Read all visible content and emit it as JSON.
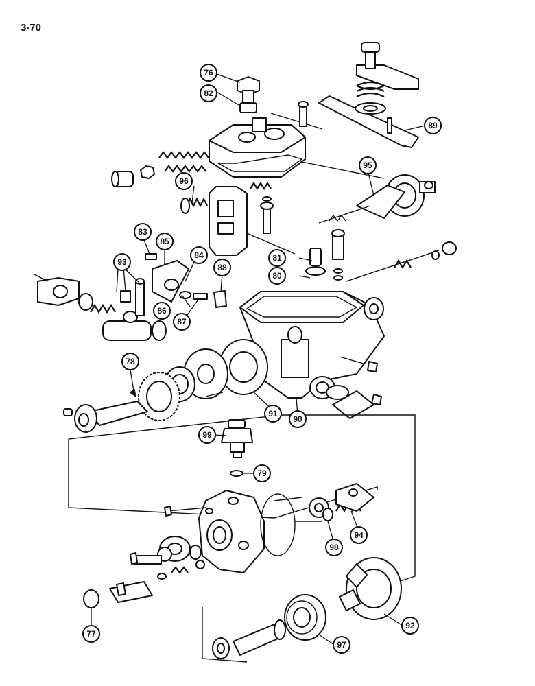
{
  "page": {
    "number": "3-70"
  },
  "callouts": [
    "76",
    "82",
    "89",
    "96",
    "95",
    "83",
    "85",
    "93",
    "84",
    "88",
    "81",
    "80",
    "86",
    "87",
    "78",
    "91",
    "90",
    "99",
    "79",
    "98",
    "94",
    "77",
    "97",
    "92"
  ]
}
